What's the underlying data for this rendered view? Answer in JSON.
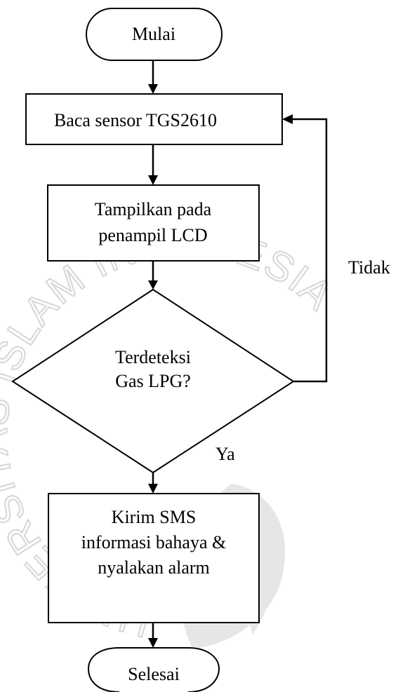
{
  "flowchart": {
    "start": "Mulai",
    "step_read_sensor": "Baca sensor TGS2610",
    "step_display_line1": "Tampilkan pada",
    "step_display_line2": "penampil LCD",
    "decision_line1": "Terdeteksi",
    "decision_line2": "Gas LPG?",
    "label_no": "Tidak",
    "label_yes": "Ya",
    "step_alert_line1": "Kirim SMS",
    "step_alert_line2": "informasi bahaya &",
    "step_alert_line3": "nyalakan alarm",
    "end": "Selesai"
  },
  "watermark": {
    "ring_text": "UNIVERSITAS ISLAM INDONESIA"
  },
  "colors": {
    "stroke": "#000000",
    "background": "#ffffff",
    "watermark": "#d9d9d9"
  }
}
